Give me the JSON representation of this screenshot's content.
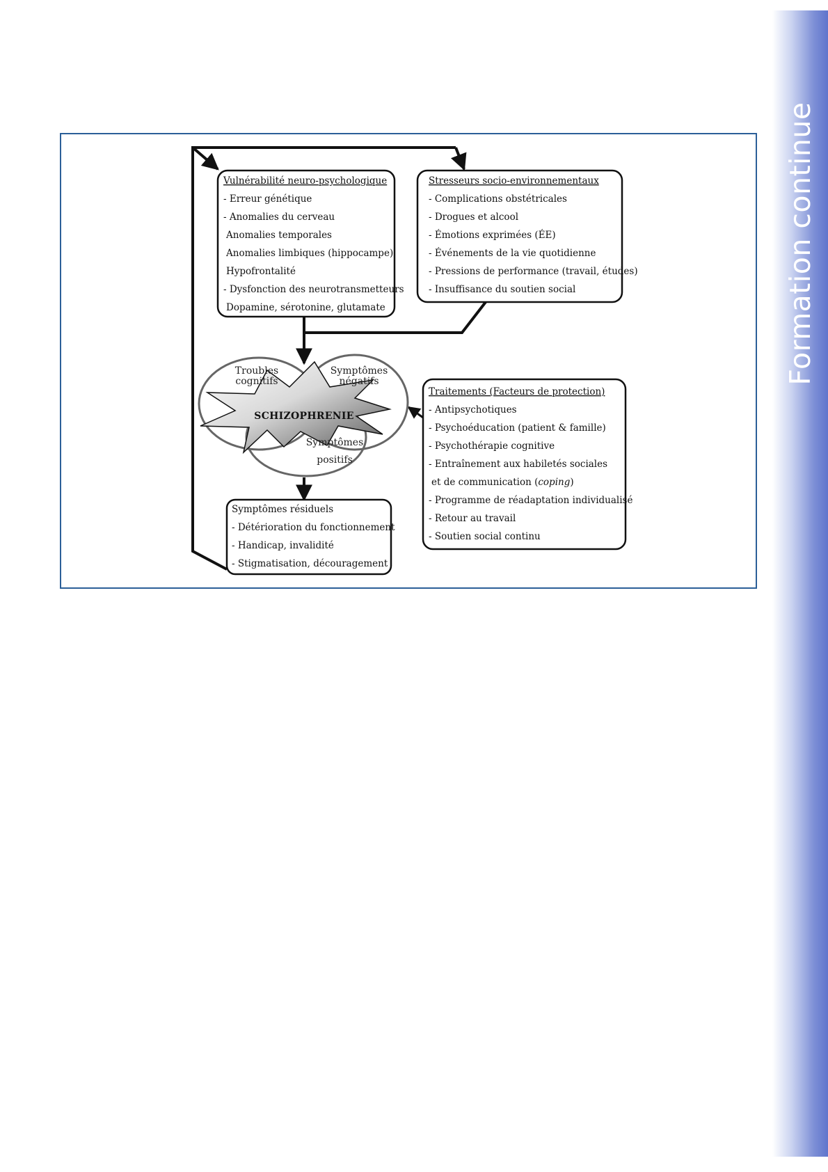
{
  "side_banner": {
    "title": "Formation continue"
  },
  "colors": {
    "band_accent": "#5f74cc",
    "frame_border": "#2b5f98"
  },
  "diagram": {
    "vulnerability": {
      "heading": "Vulnérabilité neuro-psychologique",
      "lines": [
        "- Erreur génétique",
        "- Anomalies du cerveau",
        "Anomalies temporales",
        "Anomalies limbiques (hippocampe)",
        "Hypofrontalité",
        "- Dysfonction des neurotransmetteurs",
        "Dopamine, sérotonine, glutamate"
      ]
    },
    "stressors": {
      "heading": "Stresseurs socio-environnementaux",
      "lines": [
        "- Complications obstétricales",
        "- Drogues et alcool",
        "- Émotions exprimées (ÉE)",
        "- Événements de la vie quotidienne",
        "- Pressions de performance (travail, études)",
        "- Insuffisance du soutien social"
      ]
    },
    "venn": {
      "circle_labels": [
        [
          "Troubles",
          "cognitifs"
        ],
        [
          "Symptômes",
          "négatifs"
        ],
        [
          "Symptômes",
          "positifs"
        ]
      ],
      "center": "SCHIZOPHRENIE"
    },
    "treatments": {
      "heading": "Traitements (Facteurs de protection)",
      "lines": [
        "- Antipsychotiques",
        "- Psychoéducation (patient & famille)",
        "- Psychothérapie cognitive",
        "- Entraînement aux habiletés sociales",
        "et de communication (coping)",
        "- Programme de réadaptation individualisé",
        "- Retour au travail",
        "- Soutien social continu"
      ]
    },
    "residual": {
      "heading": "Symptômes résiduels",
      "lines": [
        "- Détérioration du fonctionnement",
        "- Handicap, invalidité",
        "- Stigmatisation, découragement"
      ]
    }
  }
}
